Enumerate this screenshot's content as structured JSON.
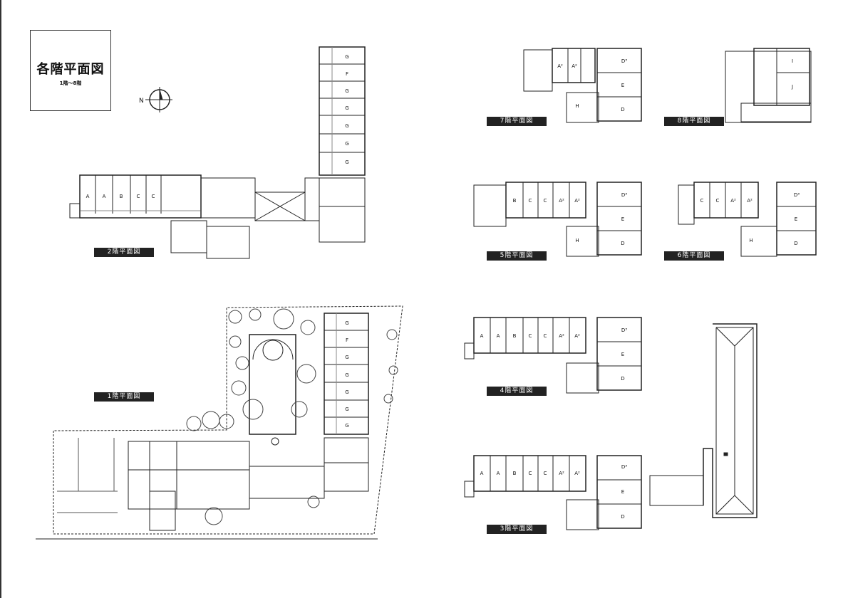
{
  "title": {
    "main": "各階平面図",
    "sub": "1階〜8階"
  },
  "compass": {
    "north_label": "N"
  },
  "floors": [
    {
      "id": "f1",
      "label": "1階平面図"
    },
    {
      "id": "f2",
      "label": "2階平面図"
    },
    {
      "id": "f3",
      "label": "3階平面図"
    },
    {
      "id": "f4",
      "label": "4階平面図"
    },
    {
      "id": "f5",
      "label": "5階平面図"
    },
    {
      "id": "f6",
      "label": "6階平面図"
    },
    {
      "id": "f7",
      "label": "7階平面図"
    },
    {
      "id": "f8",
      "label": "8階平面図"
    }
  ],
  "room_letters": {
    "f2_south": [
      "A",
      "A",
      "B",
      "C",
      "C"
    ],
    "f2_wing": [
      "G",
      "F",
      "G",
      "G",
      "G",
      "G",
      "G"
    ],
    "f1_wing": [
      "G",
      "F",
      "G",
      "G",
      "G",
      "G",
      "G"
    ],
    "f3_row": [
      "A",
      "A",
      "B",
      "C",
      "C",
      "A²",
      "A²"
    ],
    "f3_right": [
      "D³",
      "E",
      "D"
    ],
    "f4_row": [
      "A",
      "A",
      "B",
      "C",
      "C",
      "A²",
      "A²"
    ],
    "f4_right": [
      "D³",
      "E",
      "D"
    ],
    "f5_row": [
      "B",
      "C",
      "C",
      "A²",
      "A²"
    ],
    "f5_right": [
      "D³",
      "E",
      "D"
    ],
    "f5_h": "H",
    "f6_row": [
      "C",
      "C",
      "A²",
      "A²"
    ],
    "f6_right": [
      "D³",
      "E",
      "D"
    ],
    "f6_h": "H",
    "f7_row": [
      "A²",
      "A²"
    ],
    "f7_right": [
      "D³",
      "E",
      "D"
    ],
    "f7_h": "H",
    "f8_rooms": [
      "I",
      "J"
    ]
  }
}
